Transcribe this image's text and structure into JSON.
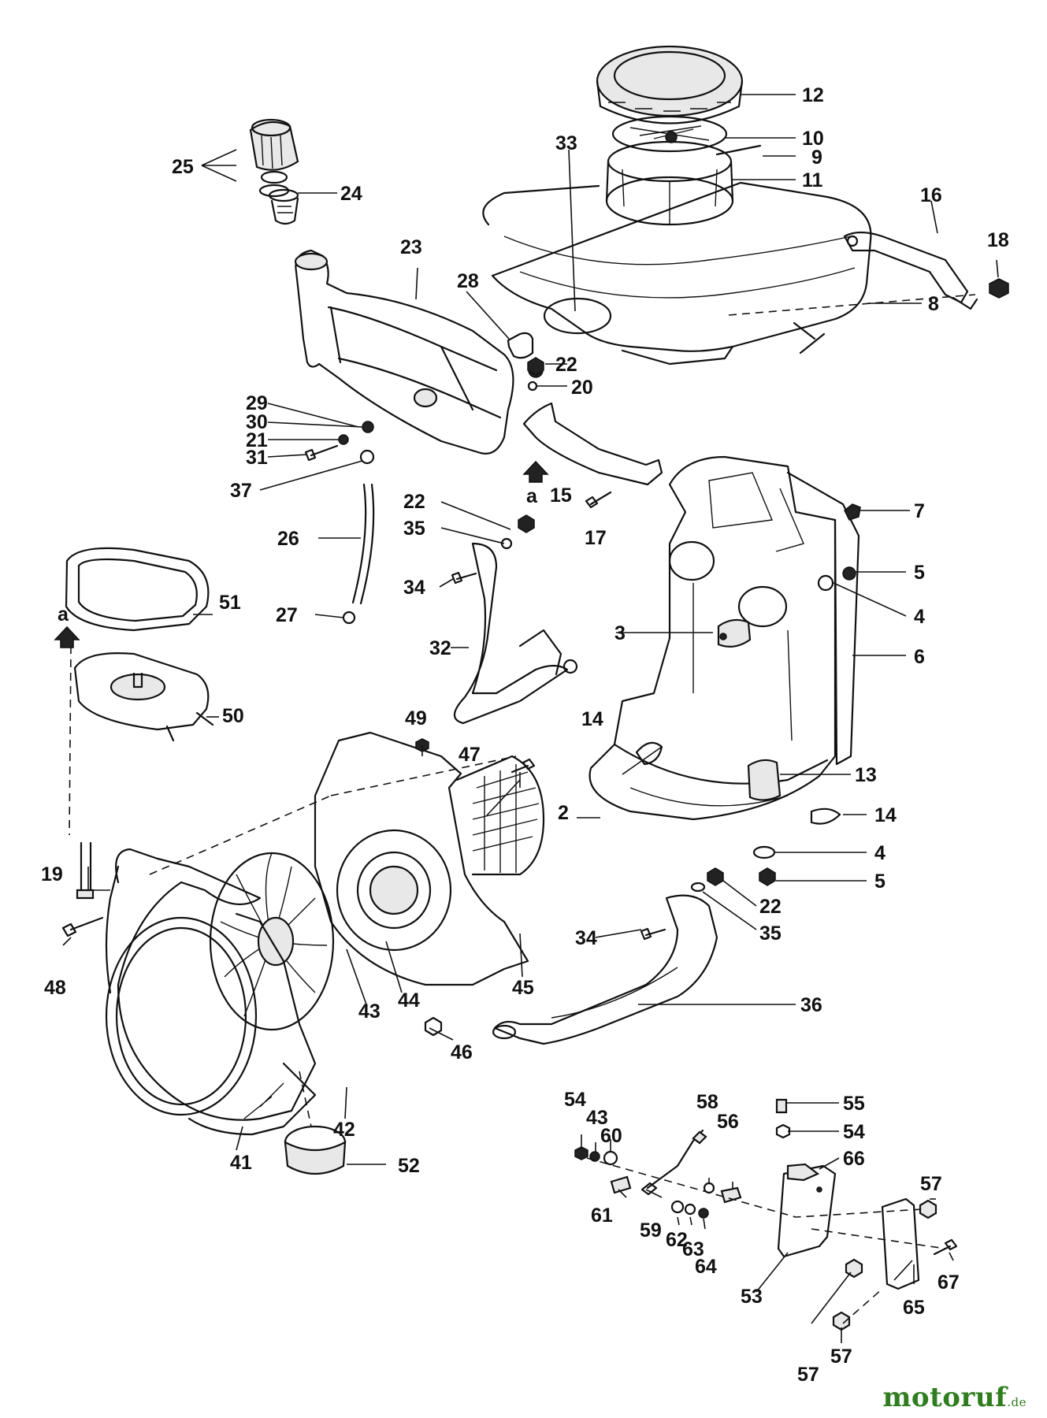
{
  "labels": {
    "l2": "2",
    "l3": "3",
    "l4a": "4",
    "l4b": "4",
    "l5a": "5",
    "l5b": "5",
    "l6": "6",
    "l7": "7",
    "l8": "8",
    "l9": "9",
    "l10": "10",
    "l11": "11",
    "l12": "12",
    "l13": "13",
    "l14a": "14",
    "l14b": "14",
    "l15": "15",
    "l16": "16",
    "l17": "17",
    "l18": "18",
    "l19": "19",
    "l20": "20",
    "l21": "21",
    "l22a": "22",
    "l22b": "22",
    "l22c": "22",
    "l23": "23",
    "l24": "24",
    "l25": "25",
    "l26": "26",
    "l27": "27",
    "l28": "28",
    "l29": "29",
    "l30": "30",
    "l31": "31",
    "l32": "32",
    "l33": "33",
    "l34a": "34",
    "l34b": "34",
    "l35a": "35",
    "l35b": "35",
    "l36": "36",
    "l37": "37",
    "l41": "41",
    "l42": "42",
    "l43a": "43",
    "l43b": "43",
    "l44": "44",
    "l45": "45",
    "l46": "46",
    "l47": "47",
    "l48": "48",
    "l49": "49",
    "l50": "50",
    "l51": "51",
    "l52": "52",
    "l53": "53",
    "l54a": "54",
    "l54b": "54",
    "l55": "55",
    "l56": "56",
    "l57a": "57",
    "l57b": "57",
    "l57c": "57",
    "l58": "58",
    "l59": "59",
    "l60": "60",
    "l61": "61",
    "l62": "62",
    "l63": "63",
    "l64": "64",
    "l65": "65",
    "l66": "66",
    "l67": "67",
    "marker_a1": "a",
    "marker_a2": "a"
  },
  "watermark": {
    "text": "motoruf",
    "suffix": ".de"
  }
}
